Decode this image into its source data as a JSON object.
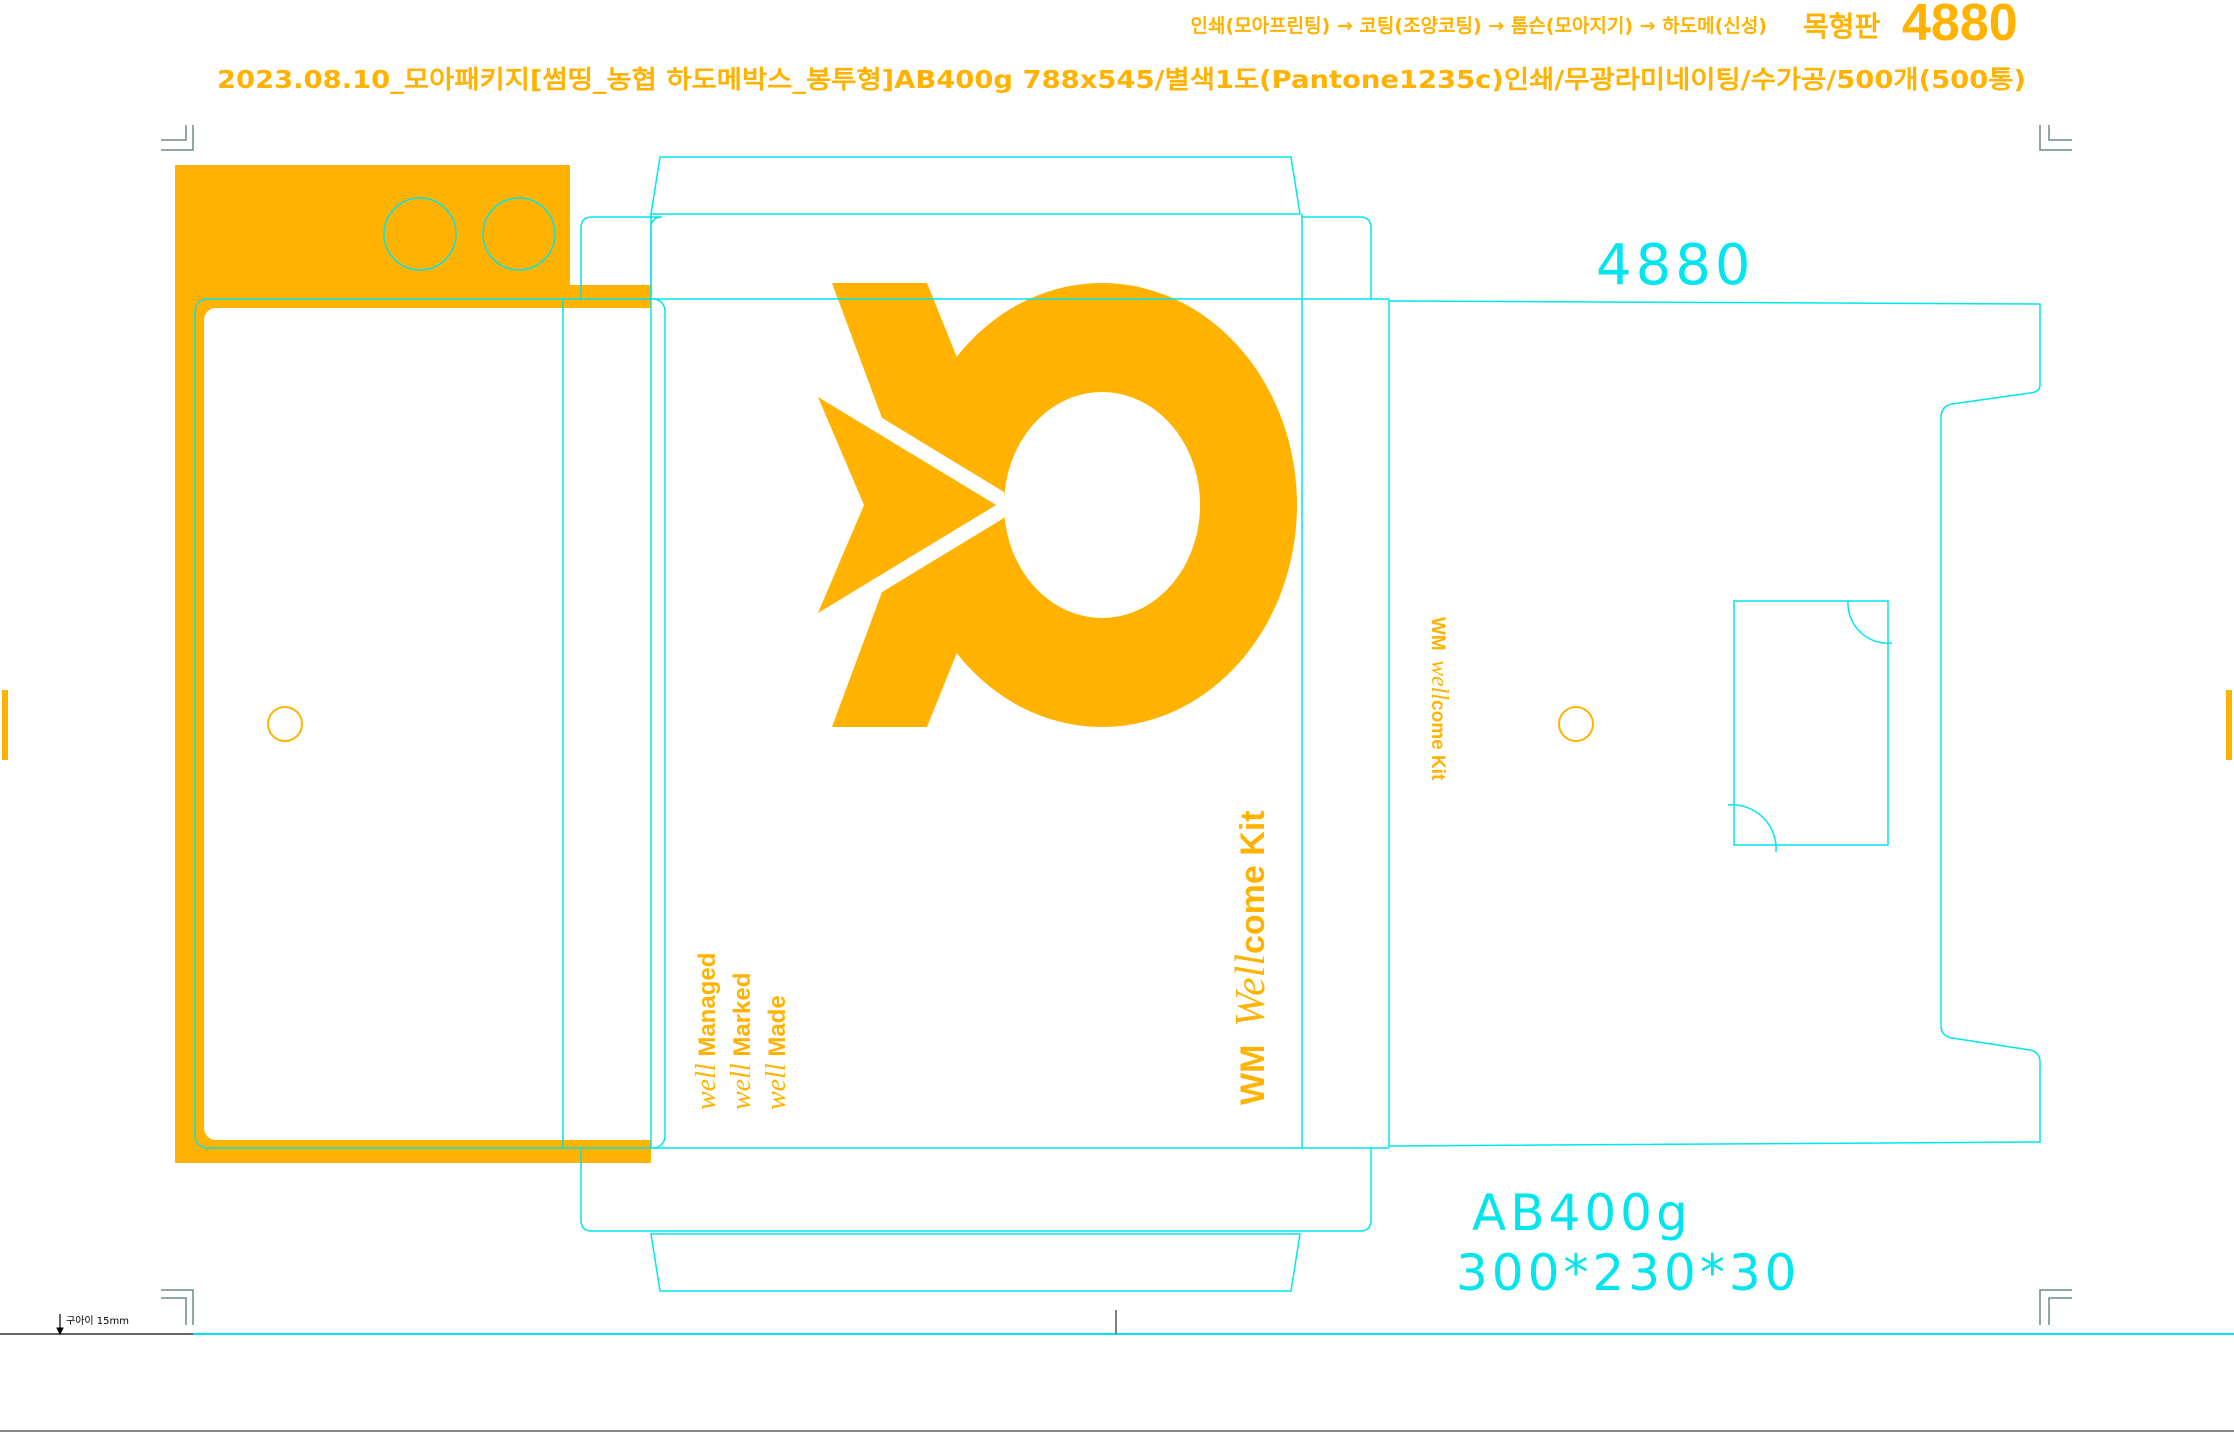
{
  "header": {
    "process_line": "인쇄(모아프린팅) → 코팅(조양코팅) → 톰슨(모아지기) → 하도메(신성)",
    "die_label": "목형판",
    "die_number": "4880",
    "spec_line": "2023.08.10_모아패키지[썸띵_농협 하도메박스_봉투형]AB400g 788x545/별색1도(Pantone1235c)인쇄/무광라미네이팅/수가공/500개(500통)"
  },
  "dieline": {
    "die_number": "4880",
    "paper": "AB400g",
    "dimensions": "300*230*30",
    "bleed_note": "구아이 15mm"
  },
  "artwork": {
    "front_title_prefix": "WM",
    "front_title_script": "Well",
    "front_title_suffix": "come Kit",
    "taglines": [
      {
        "script": "well",
        "word": "Managed"
      },
      {
        "script": "well",
        "word": "Marked"
      },
      {
        "script": "well",
        "word": "Made"
      }
    ],
    "side_title_prefix": "WM",
    "side_title_script": "well",
    "side_title_suffix": "come Kit"
  },
  "colors": {
    "brand_orange": "#FFB300",
    "dieline_cyan": "#00E5EE"
  }
}
